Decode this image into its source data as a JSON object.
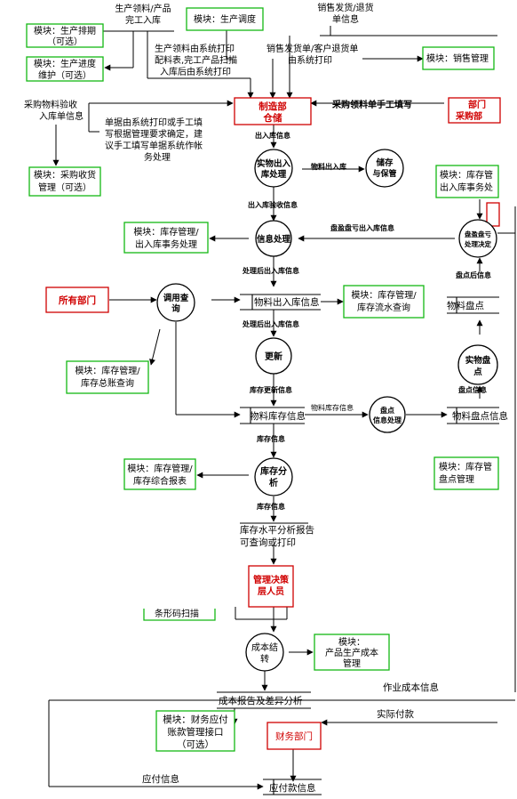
{
  "modules": {
    "production_schedule": [
      "模块：生产排期",
      "（可选）"
    ],
    "production_progress": [
      "模块：生产进度",
      "维护（可选）"
    ],
    "production_dispatch": [
      "模块：生产调度"
    ],
    "sales_management": [
      "模块：销售管理"
    ],
    "purchase_receipt": [
      "模块：采购收货",
      "管理（可选）"
    ],
    "inventory_io_left": [
      "模块：库存管理/",
      "出入库事务处理"
    ],
    "inventory_flow": [
      "模块：库存管理/",
      "库存流水查询"
    ],
    "inventory_ledger": [
      "模块：库存管理/",
      "库存总账查询"
    ],
    "inventory_report": [
      "模块：库存管理/",
      "库存综合报表"
    ],
    "inventory_io_right": [
      "模块：库存管",
      "出入库事务处"
    ],
    "inventory_count_right": [
      "模块：库存管",
      "盘点管理"
    ],
    "product_cost": [
      "模块：",
      "产品生产成本",
      "管理"
    ],
    "finance_ap": [
      "模块：财务应付",
      "账款管理接口",
      "（可选）"
    ]
  },
  "entities": {
    "manufacturing_warehouse": [
      "制造部",
      "仓储"
    ],
    "all_departments": [
      "所有部门"
    ],
    "management": [
      "管理决策",
      "层人员"
    ],
    "finance_dept": [
      "财务部门"
    ],
    "dept_right": [
      "部门",
      "采购部"
    ]
  },
  "processes": {
    "physical_io": [
      "实物出入",
      "库处理"
    ],
    "storage": [
      "储存",
      "与保管"
    ],
    "info_processing": [
      "信息处理"
    ],
    "query": [
      "调用查",
      "询"
    ],
    "update": [
      "更新"
    ],
    "stock_analysis": [
      "库存分",
      "析"
    ],
    "count_info": [
      "盘点",
      "信息处理"
    ],
    "physical_count": [
      "实物盘",
      "点"
    ],
    "variance_decision": [
      "盘盈盘亏",
      "处理决定"
    ],
    "cost_settlement": [
      "成本结",
      "转"
    ]
  },
  "stores": {
    "io_info": "物料出入库信息",
    "stock_info": "物料库存信息",
    "count_info_right": "物料盘点信息",
    "count_info_bottom": "物料盘点",
    "stock_level_report": [
      "库存水平分析报告",
      "可查询或打印"
    ],
    "cost_report": "成本报告及差异分析",
    "ap_info": "应付款信息"
  },
  "flows": {
    "production_material": [
      "生产领料/产品",
      "完工入库"
    ],
    "sales_delivery_top": [
      "销售发货/退货",
      "单信息"
    ],
    "print_notes": [
      "生产领料由系统打印",
      "配料表,完工产品扫描",
      "入库后由系统打印"
    ],
    "sales_print": [
      "销售发货单/客户退货单",
      "由系统打印"
    ],
    "purchase_manual": "采购领料单手工填写",
    "purchase_receipt_info": [
      "采购物料验收",
      "入库单信息"
    ],
    "doc_note": [
      "单据由系统打印或手工填",
      "写根据管理要求确定，建",
      "议手工填写单据系统作帐",
      "务处理"
    ],
    "io_doc_info": "出入库信息",
    "material_io": "物料出入库",
    "io_verify_info": "出入库验收信息",
    "variance_io_info": "盘盈盘亏出入库信息",
    "processed_io_info_1": "处理后出入库信息",
    "processed_io_info_2": "处理后出入库信息",
    "count_after": "盘点后信息",
    "stock_update_info": "库存更新信息",
    "material_stock_info": "物料库存信息",
    "count_info": "盘点信息",
    "stock_info_1": "库存信息",
    "stock_info_2": "库存信息",
    "barcode": "条形码扫描",
    "job_cost_info": "作业成本信息",
    "actual_payment": "实际付款",
    "payable_info": "应付信息"
  }
}
